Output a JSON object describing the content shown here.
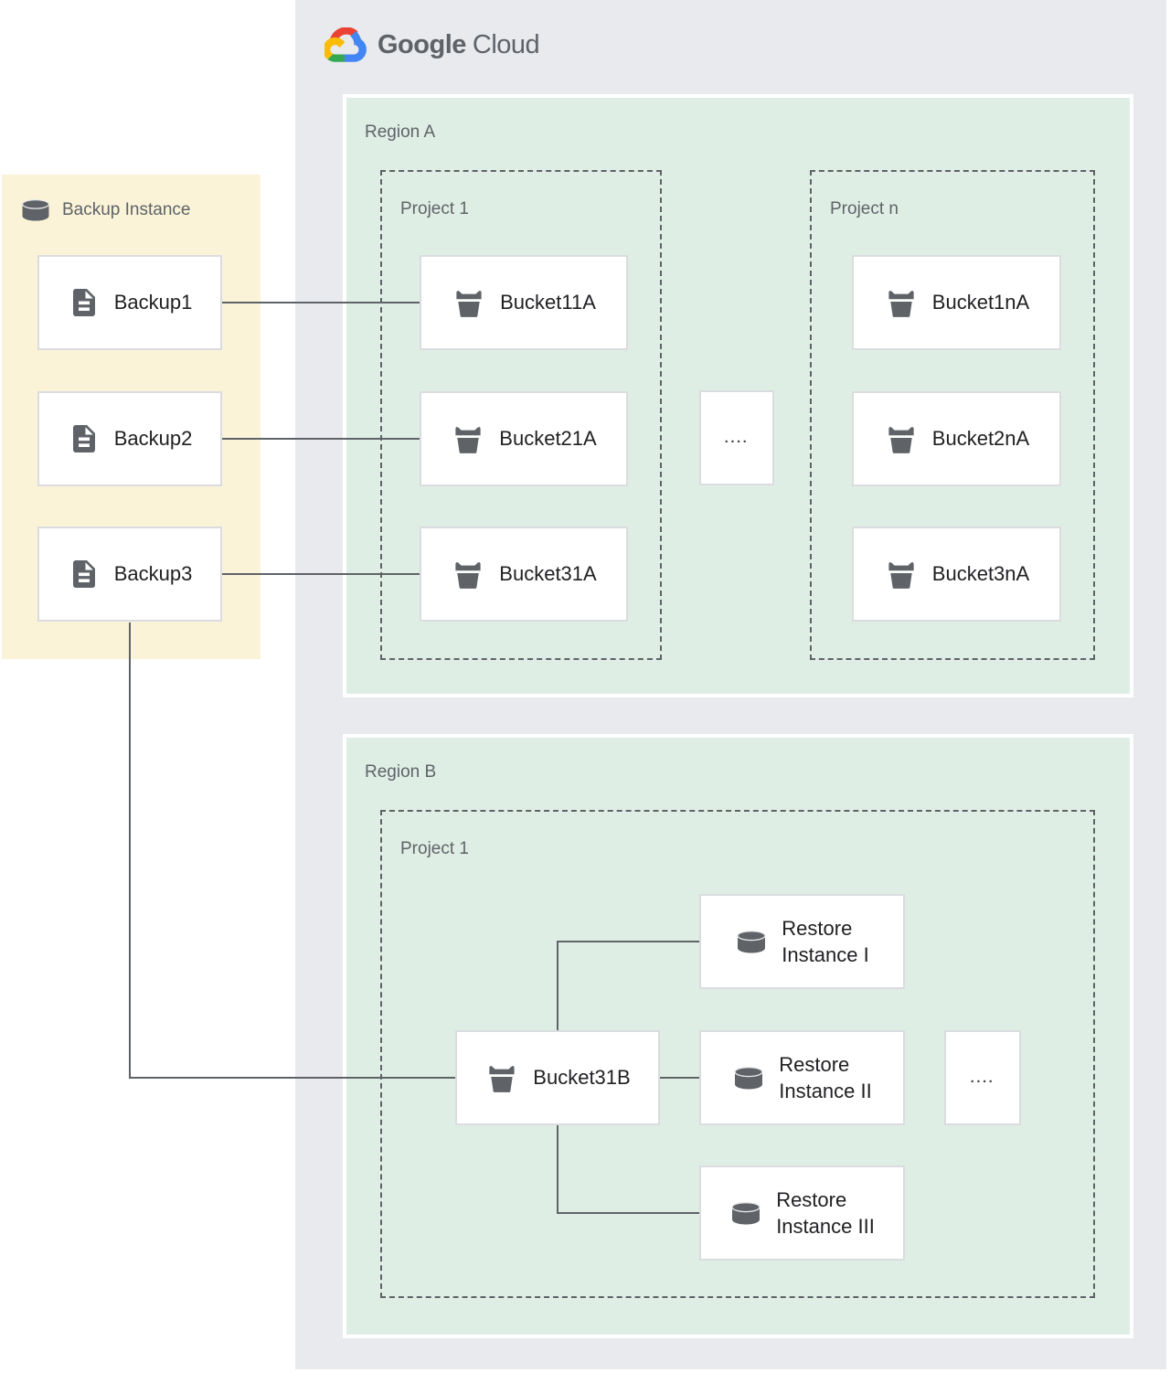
{
  "logo": {
    "brand": "Google",
    "product": "Cloud"
  },
  "backup_panel": {
    "title": "Backup Instance",
    "items": [
      {
        "label": "Backup1"
      },
      {
        "label": "Backup2"
      },
      {
        "label": "Backup3"
      }
    ]
  },
  "region_a": {
    "label": "Region A",
    "project_1": {
      "label": "Project 1",
      "buckets": [
        {
          "label": "Bucket11A"
        },
        {
          "label": "Bucket21A"
        },
        {
          "label": "Bucket31A"
        }
      ]
    },
    "project_n": {
      "label": "Project n",
      "buckets": [
        {
          "label": "Bucket1nA"
        },
        {
          "label": "Bucket2nA"
        },
        {
          "label": "Bucket3nA"
        }
      ]
    },
    "ellipsis": "...."
  },
  "region_b": {
    "label": "Region B",
    "project_1": {
      "label": "Project 1",
      "bucket": {
        "label": "Bucket31B"
      },
      "restores": [
        {
          "line1": "Restore",
          "line2": "Instance I"
        },
        {
          "line1": "Restore",
          "line2": "Instance II"
        },
        {
          "line1": "Restore",
          "line2": "Instance III"
        }
      ],
      "ellipsis": "...."
    }
  },
  "colors": {
    "frame_gray": "#E8EAED",
    "region_green": "#DFEEE5",
    "backup_yellow": "#FAF3D8",
    "node_border": "#DADCE0",
    "dashed_border": "#5F6368",
    "connector": "#5F6368",
    "icon_gray": "#5F6368",
    "text_dark": "#212124",
    "text_gray": "#5F6368",
    "logo_blue": "#4285F4",
    "logo_red": "#EA4335",
    "logo_yellow": "#FBBC05",
    "logo_green": "#34A853"
  }
}
